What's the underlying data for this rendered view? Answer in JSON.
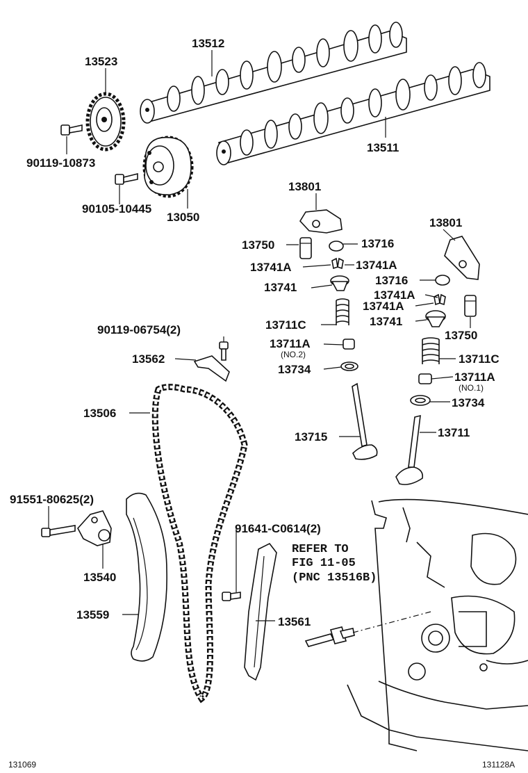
{
  "labels": {
    "p13512": "13512",
    "p13523": "13523",
    "p13511": "13511",
    "p90119_10873": "90119-10873",
    "p90105_10445": "90105-10445",
    "p13050": "13050",
    "p13801_a": "13801",
    "p13801_b": "13801",
    "p13750_a": "13750",
    "p13716_a": "13716",
    "p13741A_1": "13741A",
    "p13741A_2": "13741A",
    "p13741_a": "13741",
    "p13716_b": "13716",
    "p13741A_3": "13741A",
    "p13741A_4": "13741A",
    "p13741_b": "13741",
    "p13750_b": "13750",
    "p13711C_a": "13711C",
    "p13711A_a": "13711A",
    "no2": "(NO.2)",
    "p13734_a": "13734",
    "p13711C_b": "13711C",
    "p13711A_b": "13711A",
    "no1": "(NO.1)",
    "p13734_b": "13734",
    "p90119_06754": "90119-06754(2)",
    "p13562": "13562",
    "p13506": "13506",
    "p13715": "13715",
    "p13711": "13711",
    "p91551_80625": "91551-80625(2)",
    "p13540": "13540",
    "p91641_C0614": "91641-C0614(2)",
    "p13559": "13559",
    "p13561": "13561",
    "refer1": "REFER TO",
    "refer2": "FIG 11-05",
    "refer3": "(PNC 13516B)"
  },
  "footer": {
    "left_code": "131069",
    "right_code": "131128A"
  }
}
